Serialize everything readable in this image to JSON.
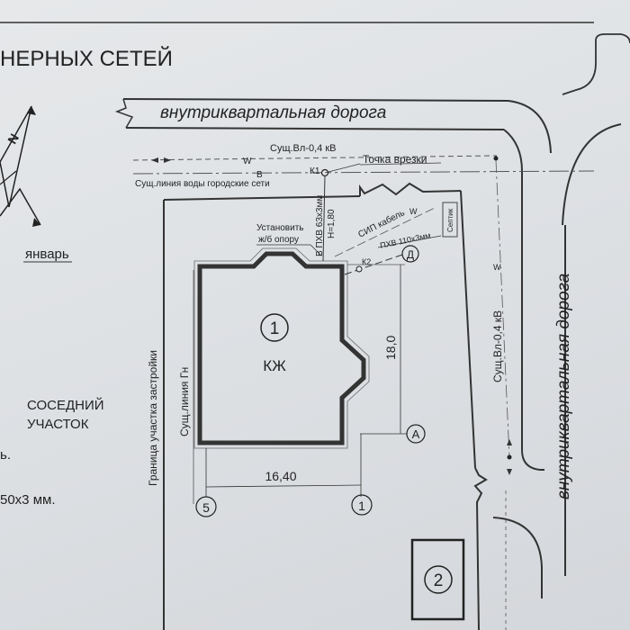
{
  "header": {
    "title": "НЕРНЫХ СЕТЕЙ"
  },
  "compass": {
    "north": "N",
    "month": "январь"
  },
  "roads": {
    "top": "внутриквартальная дорога",
    "right": "внутриквартальная дорога"
  },
  "lines": {
    "power_top": "Сущ.Вл-0,4 кВ",
    "power_right": "Сущ.Вл-0,4 кВ",
    "water": "Сущ.линия воды городские сети",
    "gas": "Сущ.линия Гн",
    "boundary": "Граница участка застройки",
    "w": "W",
    "b": "B"
  },
  "tie_in": {
    "k1": "К1",
    "k2": "К2",
    "label": "Точка врезки"
  },
  "notes": {
    "install_pole_1": "Установить",
    "install_pole_2": "ж/б опору",
    "pipe_b": "B ПХВ 63х3мм",
    "pipe_b_depth": "H=1,80",
    "sip_cable": "СИП кабель",
    "pipe_d": "ПХВ 110х3мм",
    "septic": "Септик",
    "marker_d": "Д",
    "pipe_size": "50х3 мм.",
    "dot_line": "ь."
  },
  "house": {
    "number": "1",
    "label": "КЖ"
  },
  "dimensions": {
    "width": "16,40",
    "height": "18,0"
  },
  "axes": {
    "a": "А",
    "five": "5",
    "one": "1"
  },
  "neighbor": {
    "line1": "СОСЕДНИЙ",
    "line2": "УЧАСТОК"
  },
  "building2": {
    "number": "2"
  }
}
